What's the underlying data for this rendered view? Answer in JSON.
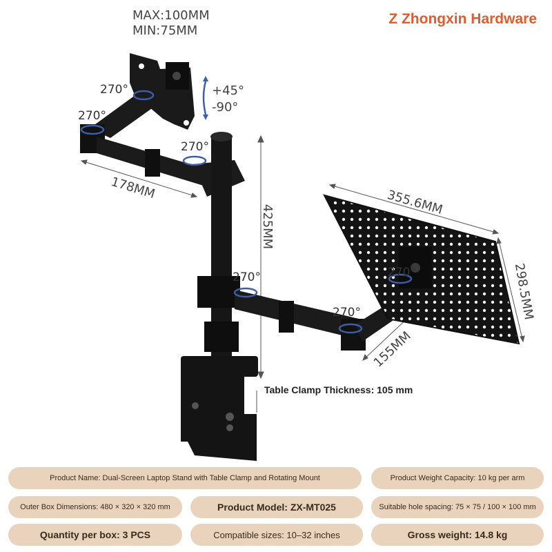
{
  "brand": "Z Zhongxin Hardware",
  "vesa": {
    "max": "MAX:100MM",
    "min": "MIN:75MM"
  },
  "tilt": {
    "up": "+45°",
    "down": "-90°"
  },
  "angles": {
    "a1": "270°",
    "a2": "270°",
    "a3": "270°",
    "a4": "270°",
    "a5": "270°",
    "a6": "270°"
  },
  "dims": {
    "arm_length": "178MM",
    "pole_height": "425MM",
    "tray_width": "355.6MM",
    "tray_height": "298.5MM",
    "tray_arm": "155MM"
  },
  "clamp_note": "Table Clamp Thickness: 105 mm",
  "specs": {
    "product_name": "Product Name: Dual-Screen Laptop Stand with Table Clamp and Rotating Mount",
    "weight_capacity": "Product Weight Capacity: 10 kg per arm",
    "outer_box": "Outer Box Dimensions: 480 × 320 × 320 mm",
    "model": "Product Model: ZX-MT025",
    "hole_spacing": "Suitable hole spacing: 75 × 75 / 100 × 100 mm",
    "quantity": "Quantity per box: 3 PCS",
    "compatible": "Compatible sizes: 10–32 inches",
    "gross_weight": "Gross weight: 14.8 kg"
  },
  "colors": {
    "brand": "#e25b2c",
    "pill": "#e9d3bc",
    "accent_blue": "#3d5fa8"
  }
}
